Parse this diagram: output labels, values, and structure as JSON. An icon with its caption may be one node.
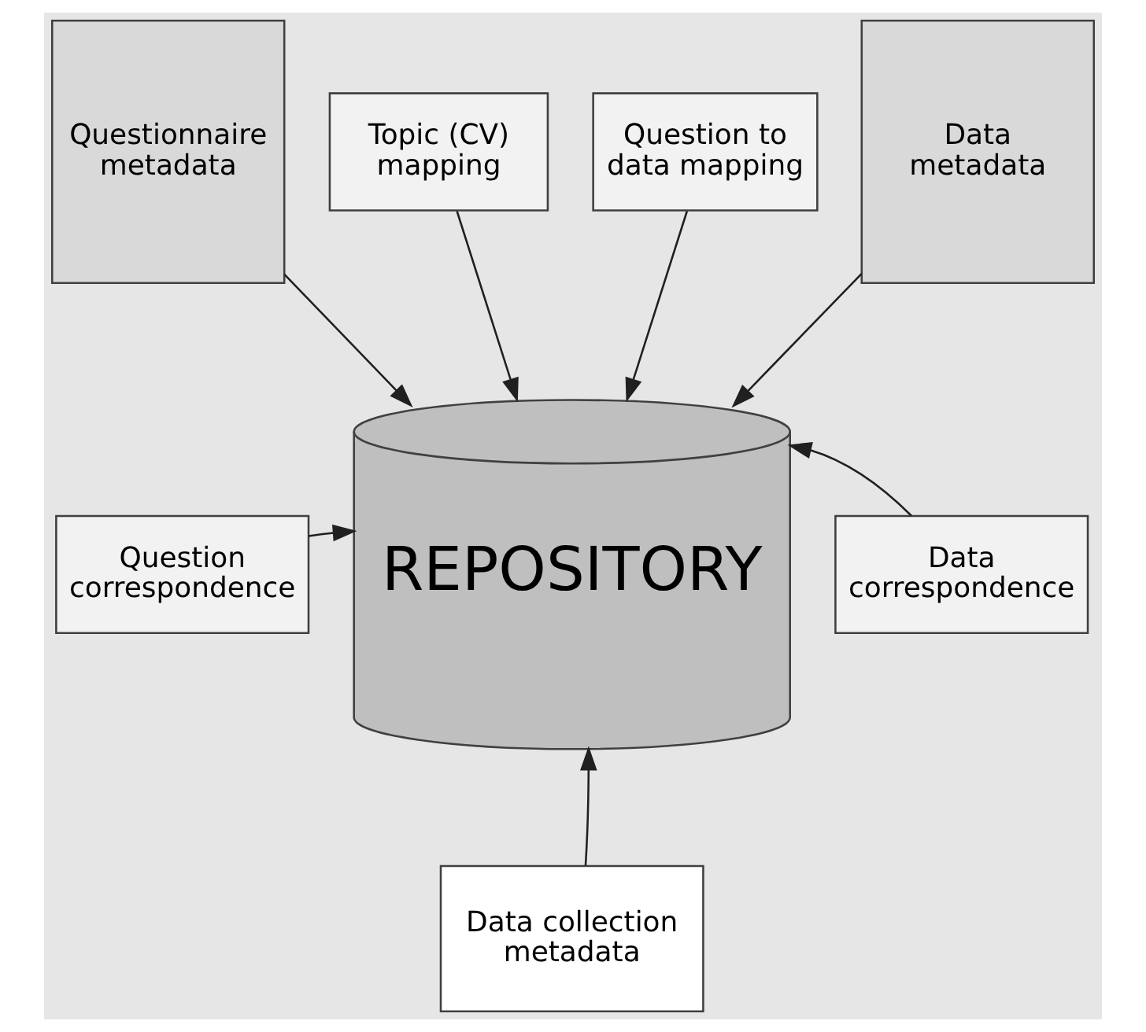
{
  "diagram": {
    "nodes": [
      {
        "text": [
          "Questionnaire metadata"
        ]
      },
      {
        "text": [
          "Topic (CV) mapping"
        ]
      },
      {
        "text": [
          "Question to data mapping"
        ]
      },
      {
        "text": [
          "Data metadata"
        ]
      },
      {
        "text": [
          "Question correspondence"
        ]
      },
      {
        "text": [
          "REPOSITORY"
        ]
      },
      {
        "text": [
          "Data correspondence"
        ]
      },
      {
        "text": [
          "Data collection metadata"
        ]
      }
    ],
    "edges": [
      {
        "from": 0,
        "to": 5,
        "arrow": "to"
      },
      {
        "from": 1,
        "to": 5,
        "arrow": "to"
      },
      {
        "from": 2,
        "to": 5,
        "arrow": "to"
      },
      {
        "from": 3,
        "to": 5,
        "arrow": "to"
      },
      {
        "from": 4,
        "to": 5,
        "arrow": "to"
      },
      {
        "from": 6,
        "to": 5,
        "arrow": "to"
      },
      {
        "from": 7,
        "to": 5,
        "arrow": "to"
      }
    ]
  }
}
